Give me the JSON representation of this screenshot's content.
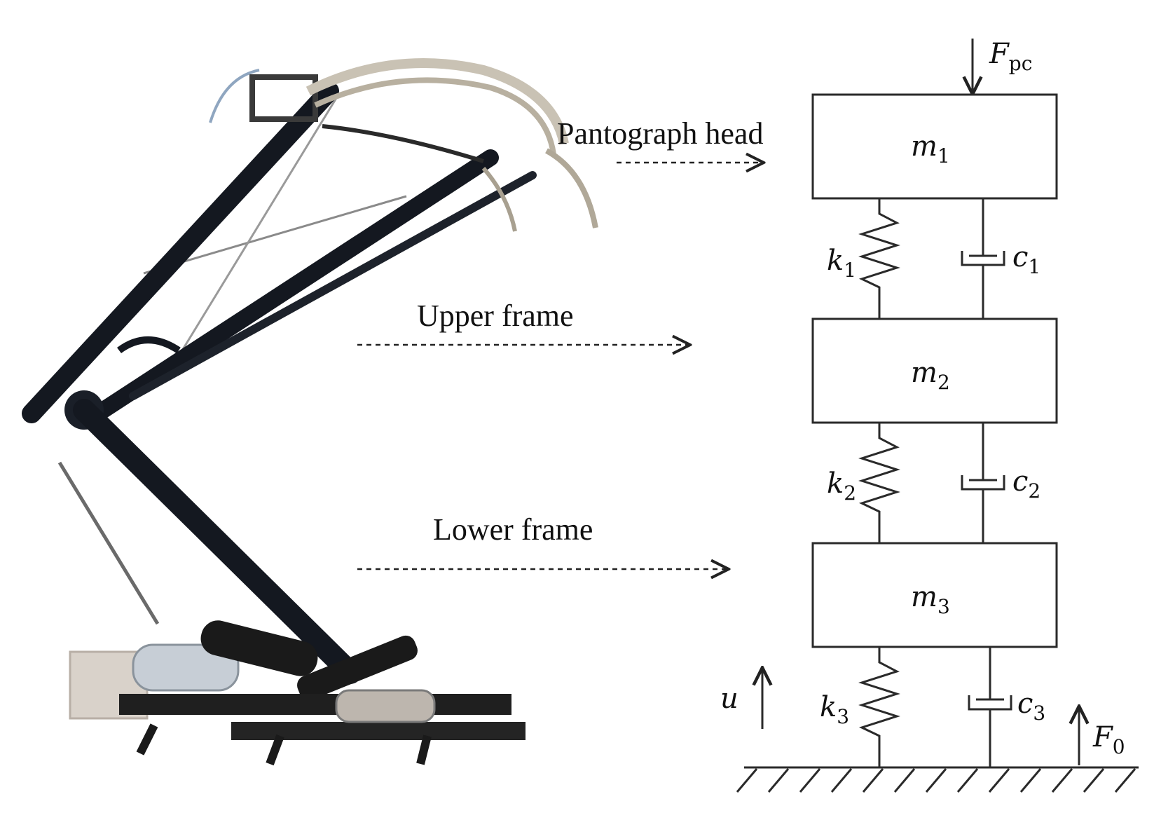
{
  "labels": {
    "head": "Pantograph head",
    "upper": "Upper frame",
    "lower": "Lower frame"
  },
  "force_top": {
    "symbol": "F",
    "sub": "pc"
  },
  "force_bottom": {
    "symbol": "F",
    "sub": "0"
  },
  "displacement": "u",
  "masses": [
    {
      "symbol": "m",
      "sub": "1"
    },
    {
      "symbol": "m",
      "sub": "2"
    },
    {
      "symbol": "m",
      "sub": "3"
    }
  ],
  "springs": [
    {
      "symbol": "k",
      "sub": "1"
    },
    {
      "symbol": "k",
      "sub": "2"
    },
    {
      "symbol": "k",
      "sub": "3"
    }
  ],
  "dampers": [
    {
      "symbol": "c",
      "sub": "1"
    },
    {
      "symbol": "c",
      "sub": "2"
    },
    {
      "symbol": "c",
      "sub": "3"
    }
  ],
  "colors": {
    "frame": "#141820",
    "head": "#c9c2b4",
    "base": "#1a1a1a",
    "line": "#2a2a2a"
  }
}
